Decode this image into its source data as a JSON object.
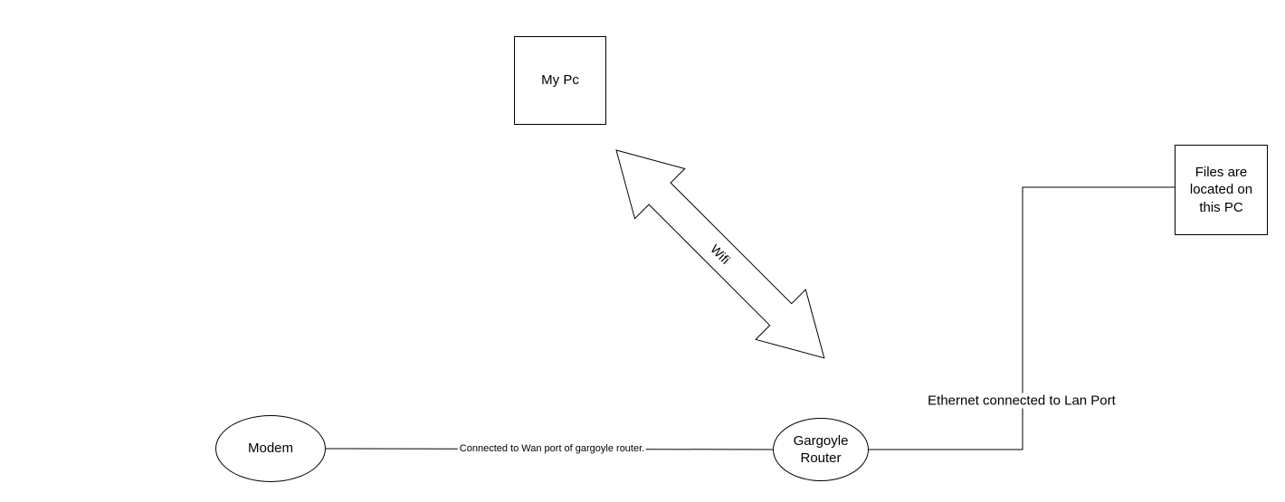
{
  "diagram": {
    "colors": {
      "background": "#ffffff",
      "stroke": "#000000",
      "text": "#000000"
    },
    "nodes": {
      "my_pc": {
        "label": "My Pc",
        "shape": "rectangle"
      },
      "files_pc": {
        "label": "Files are located on this PC",
        "shape": "rectangle"
      },
      "modem": {
        "label": "Modem",
        "shape": "ellipse"
      },
      "gargoyle_router": {
        "label": "Gargoyle Router",
        "shape": "ellipse"
      }
    },
    "edges": {
      "wifi": {
        "label": "Wifi",
        "type": "double-arrow"
      },
      "wan": {
        "label": "Connected to Wan port of gargoyle router.",
        "type": "line"
      },
      "lan": {
        "label": "Ethernet connected to Lan Port",
        "type": "polyline"
      }
    }
  }
}
